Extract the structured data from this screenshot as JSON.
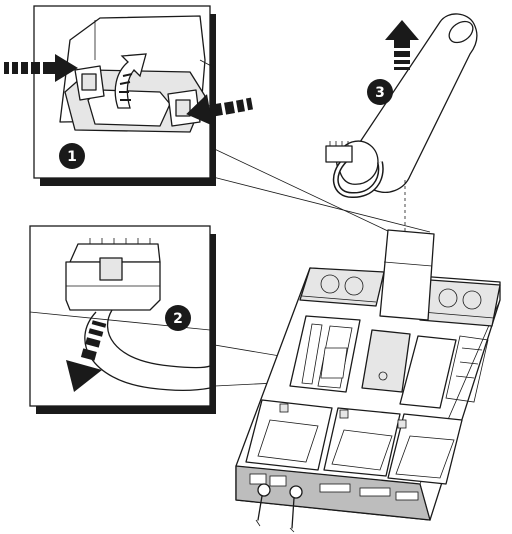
{
  "diagram": {
    "steps": [
      {
        "number": "1"
      },
      {
        "number": "2"
      },
      {
        "number": "3"
      }
    ],
    "colors": {
      "ink": "#1a1a1a",
      "panel_shadow": "#1a1a1a",
      "light_fill": "#e6e6e6",
      "mid_fill": "#bdbdbd"
    },
    "icons": {
      "squeeze_arrows": "arrow-right-icon",
      "lift_arrow": "curved-arrow-up-icon",
      "pull_arrow": "arrow-down-left-icon",
      "remove_arrow": "arrow-up-icon"
    }
  }
}
